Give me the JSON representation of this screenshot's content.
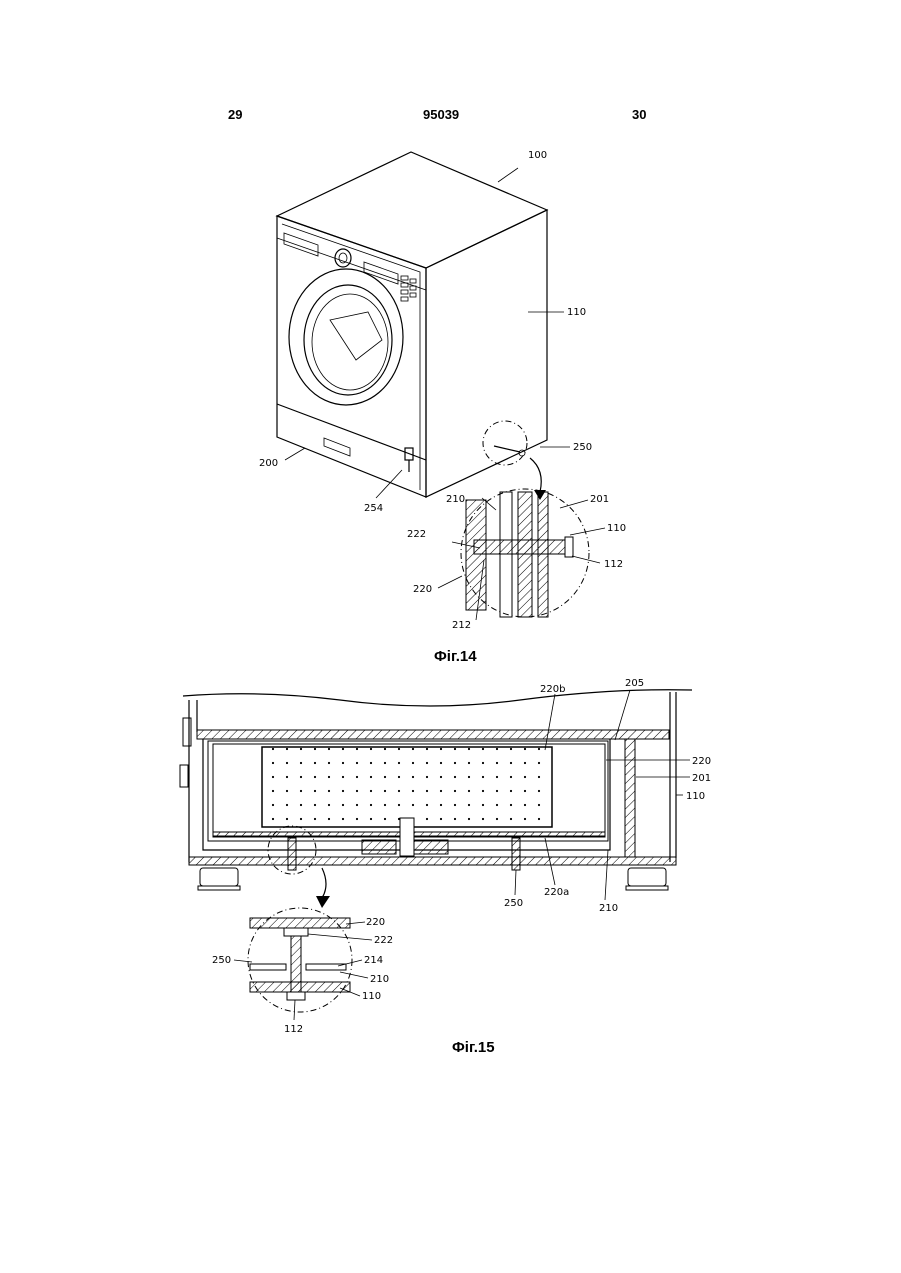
{
  "header": {
    "left_page": "29",
    "doc_number": "95039",
    "right_page": "30"
  },
  "figures": [
    {
      "caption": "Фіг.14",
      "labels": {
        "l100": "100",
        "l110": "110",
        "l250": "250",
        "l200": "200",
        "l254": "254",
        "l210": "210",
        "l201": "201",
        "l222": "222",
        "l110b": "110",
        "l112": "112",
        "l220": "220",
        "l212": "212"
      }
    },
    {
      "caption": "Фіг.15",
      "labels": {
        "l220b": "220b",
        "l205": "205",
        "l220": "220",
        "l201": "201",
        "l110": "110",
        "l250": "250",
        "l220a": "220a",
        "l210": "210",
        "d220": "220",
        "d222": "222",
        "d250": "250",
        "d214": "214",
        "d210": "210",
        "d110": "110",
        "d112": "112"
      }
    }
  ]
}
